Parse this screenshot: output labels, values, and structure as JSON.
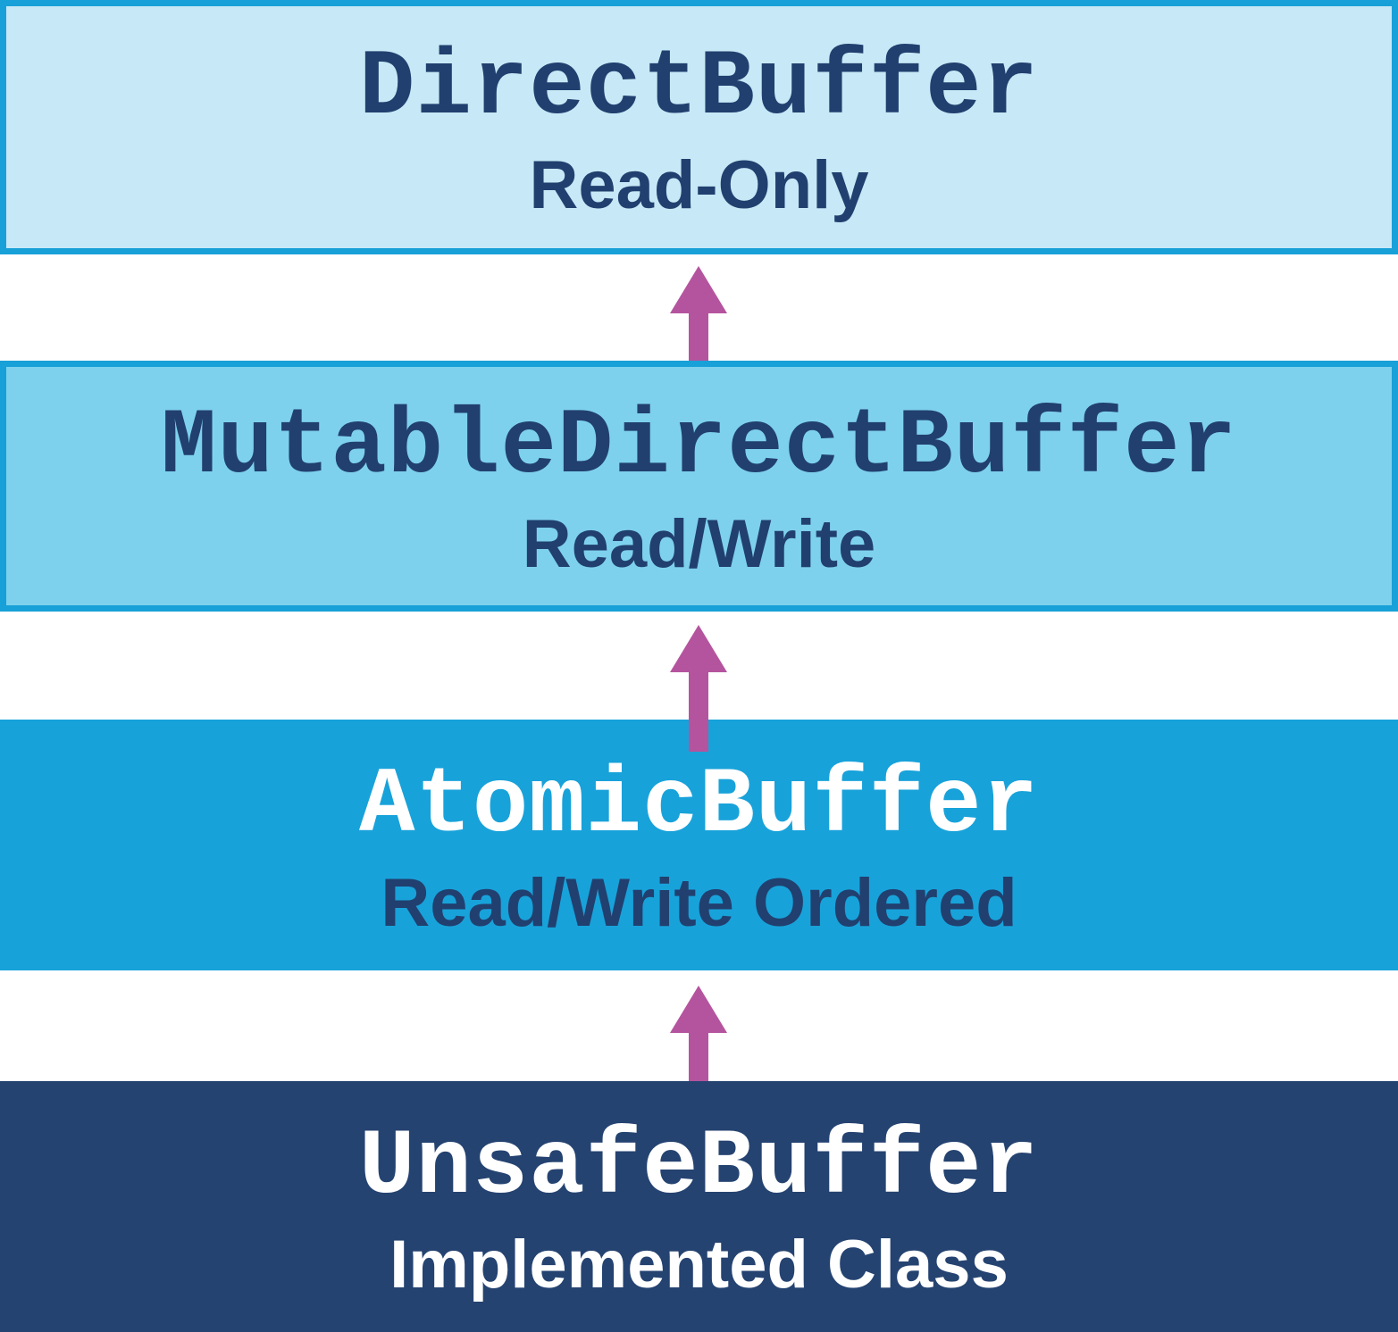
{
  "diagram": {
    "type": "class-hierarchy",
    "boxes": [
      {
        "title": "DirectBuffer",
        "subtitle": "Read-Only",
        "fill": "#c7e8f6",
        "border": "#18a0d8",
        "title_color": "#21406f",
        "subtitle_color": "#21406f"
      },
      {
        "title": "MutableDirectBuffer",
        "subtitle": "Read/Write",
        "fill": "#7ed1ed",
        "border": "#18a0d8",
        "title_color": "#21406f",
        "subtitle_color": "#21406f"
      },
      {
        "title": "AtomicBuffer",
        "subtitle": "Read/Write Ordered",
        "fill": "#18a2da",
        "border": "none",
        "title_color": "#ffffff",
        "subtitle_color": "#21406f"
      },
      {
        "title": "UnsafeBuffer",
        "subtitle": "Implemented Class",
        "fill": "#254371",
        "border": "none",
        "title_color": "#ffffff",
        "subtitle_color": "#ffffff"
      }
    ],
    "arrows": {
      "direction": "up",
      "count": 3,
      "color": "#b5549e"
    }
  }
}
